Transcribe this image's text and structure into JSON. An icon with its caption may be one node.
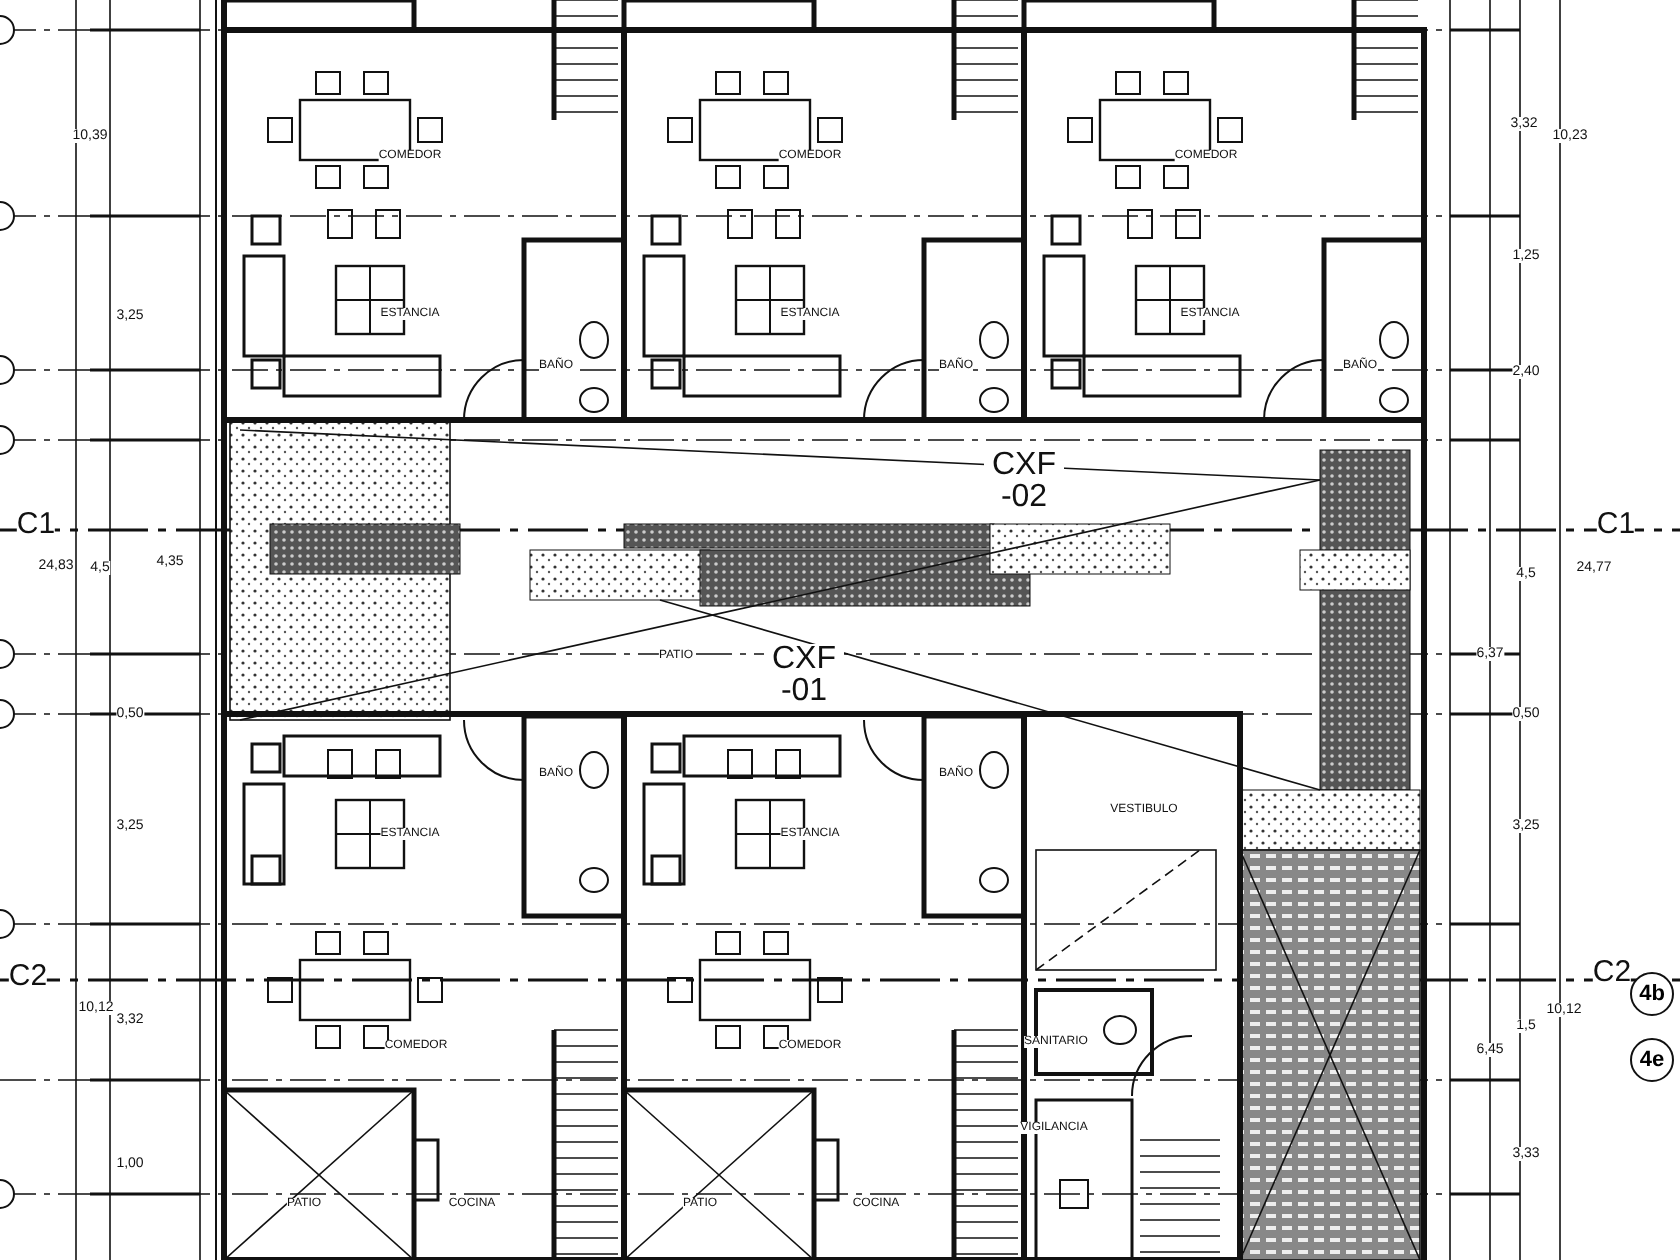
{
  "diagram": {
    "labels": [
      "3,32",
      "10,39",
      "10,23",
      "COMEDOR",
      "COMEDOR",
      "COMEDOR",
      "1,25",
      "3,25",
      "ESTANCIA",
      "ESTANCIA",
      "ESTANCIA",
      "BAÑO",
      "BAÑO",
      "BAÑO",
      "2,40",
      "CXF -02",
      "C1",
      "C1",
      "24,83",
      "4,5",
      "4,35",
      "4,5",
      "24,77",
      "PATIO",
      "CXF -01",
      "6,37",
      "0,50",
      "0,50",
      "BAÑO",
      "BAÑO",
      "VESTIBULO",
      "3,25",
      "ESTANCIA",
      "ESTANCIA",
      "3,25",
      "C2",
      "C2",
      "4b",
      "10,12",
      "3,32",
      "10,12",
      "1,5",
      "SANITARIO",
      "COMEDOR",
      "COMEDOR",
      "6,45",
      "4e",
      "VIGILANCIA",
      "3,33",
      "1,00",
      "PATIO",
      "COCINA",
      "PATIO",
      "COCINA"
    ]
  }
}
